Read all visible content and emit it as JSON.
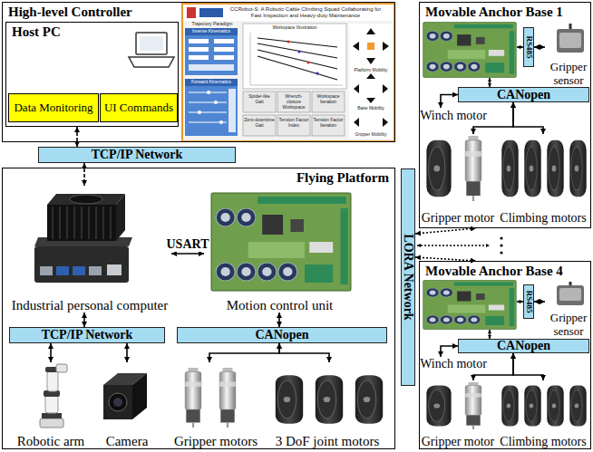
{
  "diagram": {
    "nodes": [
      {
        "text": [
          "High-level Controller"
        ]
      },
      {
        "text": [
          "Host PC"
        ],
        "in": 0
      },
      {
        "text": [
          "Data Monitoring"
        ],
        "in": 1
      },
      {
        "text": [
          "UI Commands"
        ],
        "in": 1
      },
      {
        "text": [
          "TCP/IP Network"
        ]
      },
      {
        "text": [
          "Flying Platform"
        ]
      },
      {
        "text": [
          "Industrial personal computer"
        ],
        "in": 5
      },
      {
        "text": [
          "Motion control unit"
        ],
        "in": 5
      },
      {
        "text": [
          "TCP/IP Network"
        ],
        "in": 5
      },
      {
        "text": [
          "CANopen"
        ],
        "in": 5
      },
      {
        "text": [
          "Robotic arm"
        ],
        "in": 5
      },
      {
        "text": [
          "Camera"
        ],
        "in": 5
      },
      {
        "text": [
          "Gripper motors"
        ],
        "in": 5
      },
      {
        "text": [
          "3 DoF joint motors"
        ],
        "in": 5
      },
      {
        "text": [
          "LORA Network"
        ]
      },
      {
        "text": [
          "Movable Anchor Base 1"
        ]
      },
      {
        "text": [
          "RS485"
        ],
        "in": 15
      },
      {
        "text": [
          "Gripper sensor"
        ],
        "in": 15
      },
      {
        "text": [
          "CANopen"
        ],
        "in": 15
      },
      {
        "text": [
          "Winch motor"
        ],
        "in": 15
      },
      {
        "text": [
          "Gripper motor"
        ],
        "in": 15
      },
      {
        "text": [
          "Climbing motors"
        ],
        "in": 15
      },
      {
        "text": [
          "Movable Anchor Base 4"
        ]
      },
      {
        "text": [
          "RS485"
        ],
        "in": 22
      },
      {
        "text": [
          "Gripper sensor"
        ],
        "in": 22
      },
      {
        "text": [
          "CANopen"
        ],
        "in": 22
      },
      {
        "text": [
          "Winch motor"
        ],
        "in": 22
      },
      {
        "text": [
          "Gripper motor"
        ],
        "in": 22
      },
      {
        "text": [
          "Climbing motors"
        ],
        "in": 22
      }
    ],
    "edges": [
      {
        "from": 1,
        "to": 4,
        "arrow": "both"
      },
      {
        "from": 4,
        "to": 6,
        "arrow": "both"
      },
      {
        "from": 6,
        "to": 7,
        "label": "USART",
        "arrow": "both"
      },
      {
        "from": 6,
        "to": 8,
        "arrow": "both"
      },
      {
        "from": 8,
        "to": 10,
        "arrow": "both"
      },
      {
        "from": 8,
        "to": 11,
        "arrow": "both"
      },
      {
        "from": 7,
        "to": 9,
        "arrow": "both"
      },
      {
        "from": 9,
        "to": 12,
        "arrow": "both"
      },
      {
        "from": 9,
        "to": 13,
        "arrow": "both"
      },
      {
        "from": 14,
        "to": 15,
        "arrow": "both"
      },
      {
        "from": 14,
        "to": 22,
        "arrow": "both"
      },
      {
        "from": 16,
        "to": 17,
        "arrow": "both"
      },
      {
        "from": 18,
        "to": 19,
        "arrow": "both"
      },
      {
        "from": 18,
        "to": 20,
        "arrow": "both"
      },
      {
        "from": 18,
        "to": 21,
        "arrow": "both"
      },
      {
        "from": 23,
        "to": 24,
        "arrow": "both"
      },
      {
        "from": 25,
        "to": 26,
        "arrow": "both"
      },
      {
        "from": 25,
        "to": 27,
        "arrow": "both"
      },
      {
        "from": 25,
        "to": 28,
        "arrow": "both"
      }
    ],
    "labels": [
      "CCRobot-S: A Robotic Cable Climbing Squad Collaborating for Fast Inspection and Heavy-duty Maintenance",
      "Trajectory Paradigm",
      "Inverse Kinematics",
      "Workspace Illustration",
      "Forward Kinematics",
      "Spider-like Gait",
      "Wrench-closure Workspace",
      "Workspace Iteration",
      "Zero-downtime Gait",
      "Tension Factor Index",
      "Tension Factor Iteration",
      "Platform Mobility",
      "Base Mobility",
      "Gripper Mobility"
    ]
  }
}
